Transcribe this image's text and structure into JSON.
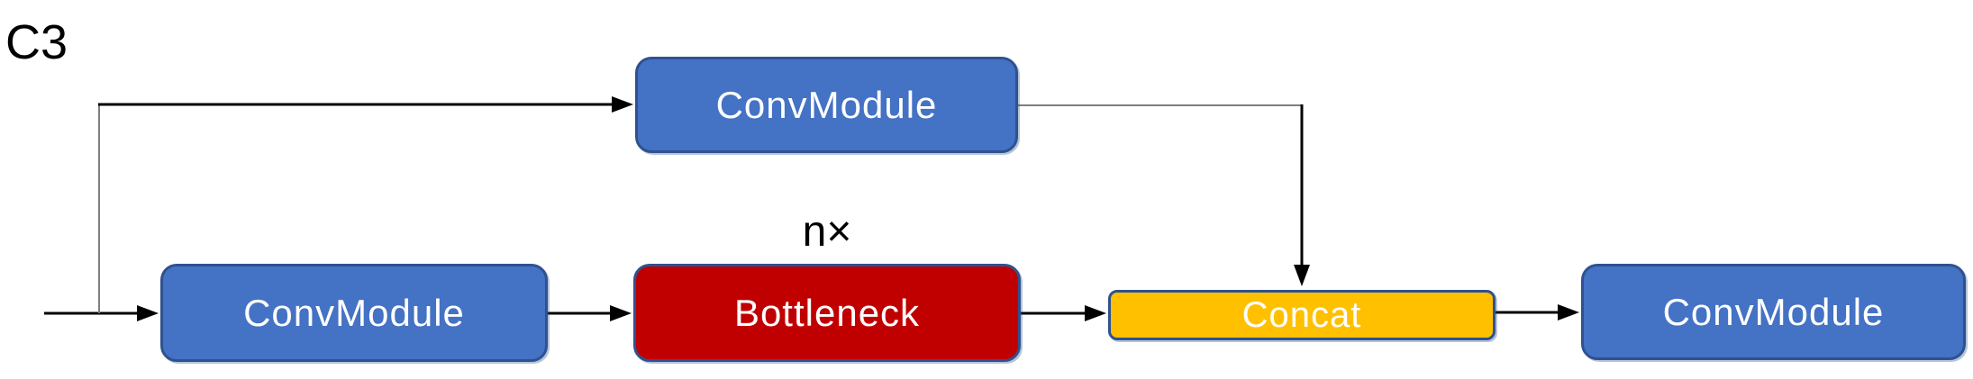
{
  "diagram": {
    "title": "C3",
    "repeat_label": "n×",
    "nodes": [
      {
        "id": "conv-top",
        "label": "ConvModule",
        "type": "conv-module"
      },
      {
        "id": "conv-bottom-left",
        "label": "ConvModule",
        "type": "conv-module"
      },
      {
        "id": "bottleneck",
        "label": "Bottleneck",
        "type": "bottleneck"
      },
      {
        "id": "concat",
        "label": "Concat",
        "type": "concat"
      },
      {
        "id": "conv-right",
        "label": "ConvModule",
        "type": "conv-module"
      }
    ],
    "edges": [
      {
        "from": "input",
        "to": "conv-bottom-left"
      },
      {
        "from": "input-branch",
        "to": "conv-top"
      },
      {
        "from": "conv-bottom-left",
        "to": "bottleneck"
      },
      {
        "from": "bottleneck",
        "to": "concat"
      },
      {
        "from": "conv-top",
        "to": "concat"
      },
      {
        "from": "concat",
        "to": "conv-right"
      }
    ],
    "colors": {
      "conv_fill": "#4472C4",
      "bottleneck_fill": "#C00000",
      "concat_fill": "#FFC000",
      "box_border": "#2F528F",
      "arrow_black": "#000000",
      "connector_gray": "#7F7F7F",
      "label_text": "#000000",
      "box_text": "#FFFFFF"
    }
  }
}
